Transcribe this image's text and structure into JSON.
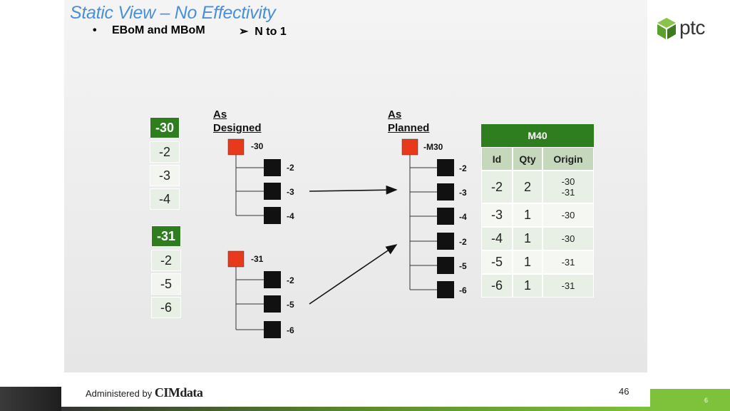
{
  "title": "Static View – No Effectivity",
  "bullet": {
    "dot": "•",
    "text": "EBoM and MBoM",
    "arrow": "➢",
    "arrow_text": "N to 1"
  },
  "logo": {
    "text": "ptc",
    "icon": "ptc-cube-icon",
    "color": "#5aa02c"
  },
  "left_list_1": {
    "head": "-30",
    "items": [
      "-2",
      "-3",
      "-4"
    ]
  },
  "left_list_2": {
    "head": "-31",
    "items": [
      "-2",
      "-5",
      "-6"
    ]
  },
  "as_designed": {
    "header_line1": "As",
    "header_line2": "Designed",
    "tree1": {
      "root": "-30",
      "children": [
        "-2",
        "-3",
        "-4"
      ]
    },
    "tree2": {
      "root": "-31",
      "children": [
        "-2",
        "-5",
        "-6"
      ]
    }
  },
  "as_planned": {
    "header_line1": "As",
    "header_line2": "Planned",
    "tree": {
      "root": "-M30",
      "children": [
        "-2",
        "-3",
        "-4",
        "-2",
        "-5",
        "-6"
      ]
    }
  },
  "m40_table": {
    "title": "M40",
    "columns": [
      "Id",
      "Qty",
      "Origin"
    ],
    "rows": [
      {
        "id": "-2",
        "qty": "2",
        "origin": [
          "-30",
          "-31"
        ]
      },
      {
        "id": "-3",
        "qty": "1",
        "origin": [
          "-30"
        ]
      },
      {
        "id": "-4",
        "qty": "1",
        "origin": [
          "-30"
        ]
      },
      {
        "id": "-5",
        "qty": "1",
        "origin": [
          "-31"
        ]
      },
      {
        "id": "-6",
        "qty": "1",
        "origin": [
          "-31"
        ]
      }
    ]
  },
  "footer": {
    "admin": "Administered by ",
    "brand": "CIMdata",
    "page": "46",
    "slide_number": "6"
  },
  "colors": {
    "green": "#2e7d1e",
    "red_node": "#e8391d",
    "title_blue": "#4a90d9"
  }
}
